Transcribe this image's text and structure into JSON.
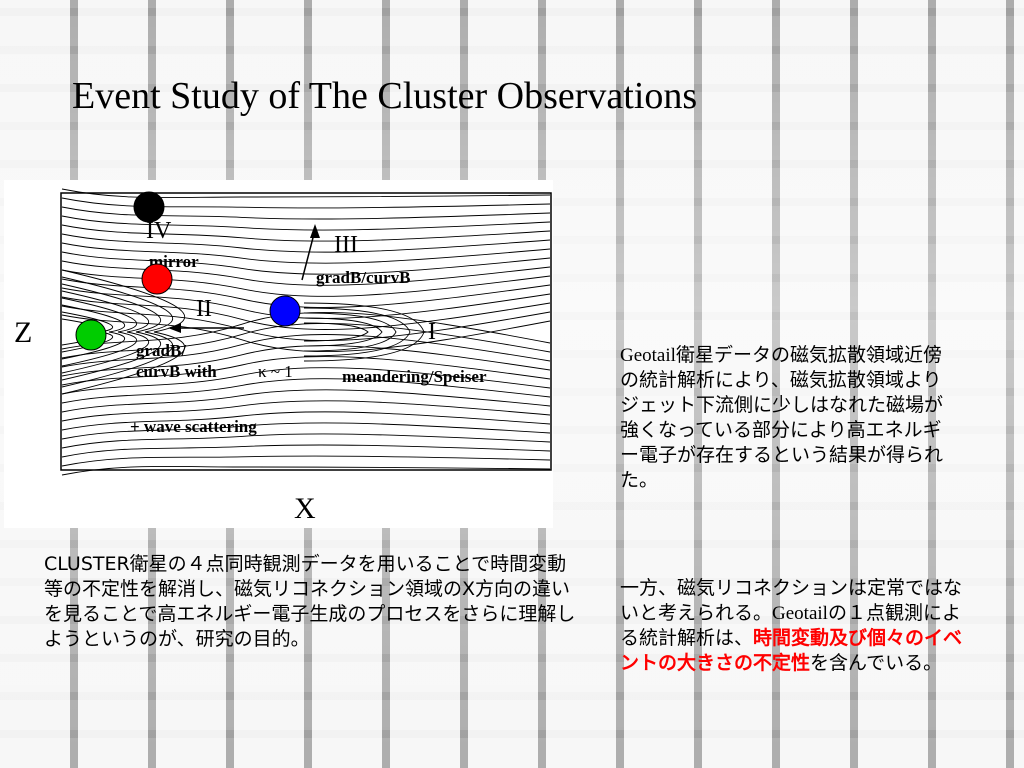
{
  "slide": {
    "title": "Event Study of The Cluster Observations"
  },
  "figure": {
    "axis_z": "Z",
    "axis_x": "X",
    "region_iv": "IV",
    "region_iii": "III",
    "region_ii": "II",
    "region_i": "I",
    "label_mirror": "mirror",
    "label_gradb_curvb_top": "gradB/curvB",
    "label_gradb": "gradB/",
    "label_curvb_with": "curvB with",
    "label_kappa": "κ ~ 1",
    "label_meandering": "meandering/Speiser",
    "label_wave": "+ wave scattering",
    "colors": {
      "black_dot": "#000000",
      "red_dot": "#ff0000",
      "green_dot": "#00cc00",
      "blue_dot": "#0000ff"
    }
  },
  "left_text": "CLUSTER衛星の４点同時観測データを用いることで時間変動等の不定性を解消し、磁気リコネクション領域のX方向の違いを見ることで高エネルギー電子生成のプロセスをさらに理解しようというのが、研究の目的。",
  "right_text1": {
    "geotail": "Geotail",
    "body": "衛星データの磁気拡散領域近傍の統計解析により、磁気拡散領域よりジェット下流側に少しはなれた磁場が強くなっている部分により高エネルギー電子が存在するという結果が得られた。"
  },
  "right_text2": {
    "part1": "一方、磁気リコネクションは定常ではないと考えられる。",
    "geotail": "Geotail",
    "part2": "の１点観測による統計解析は、",
    "highlight": "時間変動及び個々のイベントの大きさの不定性",
    "part3": "を含んでいる。"
  }
}
